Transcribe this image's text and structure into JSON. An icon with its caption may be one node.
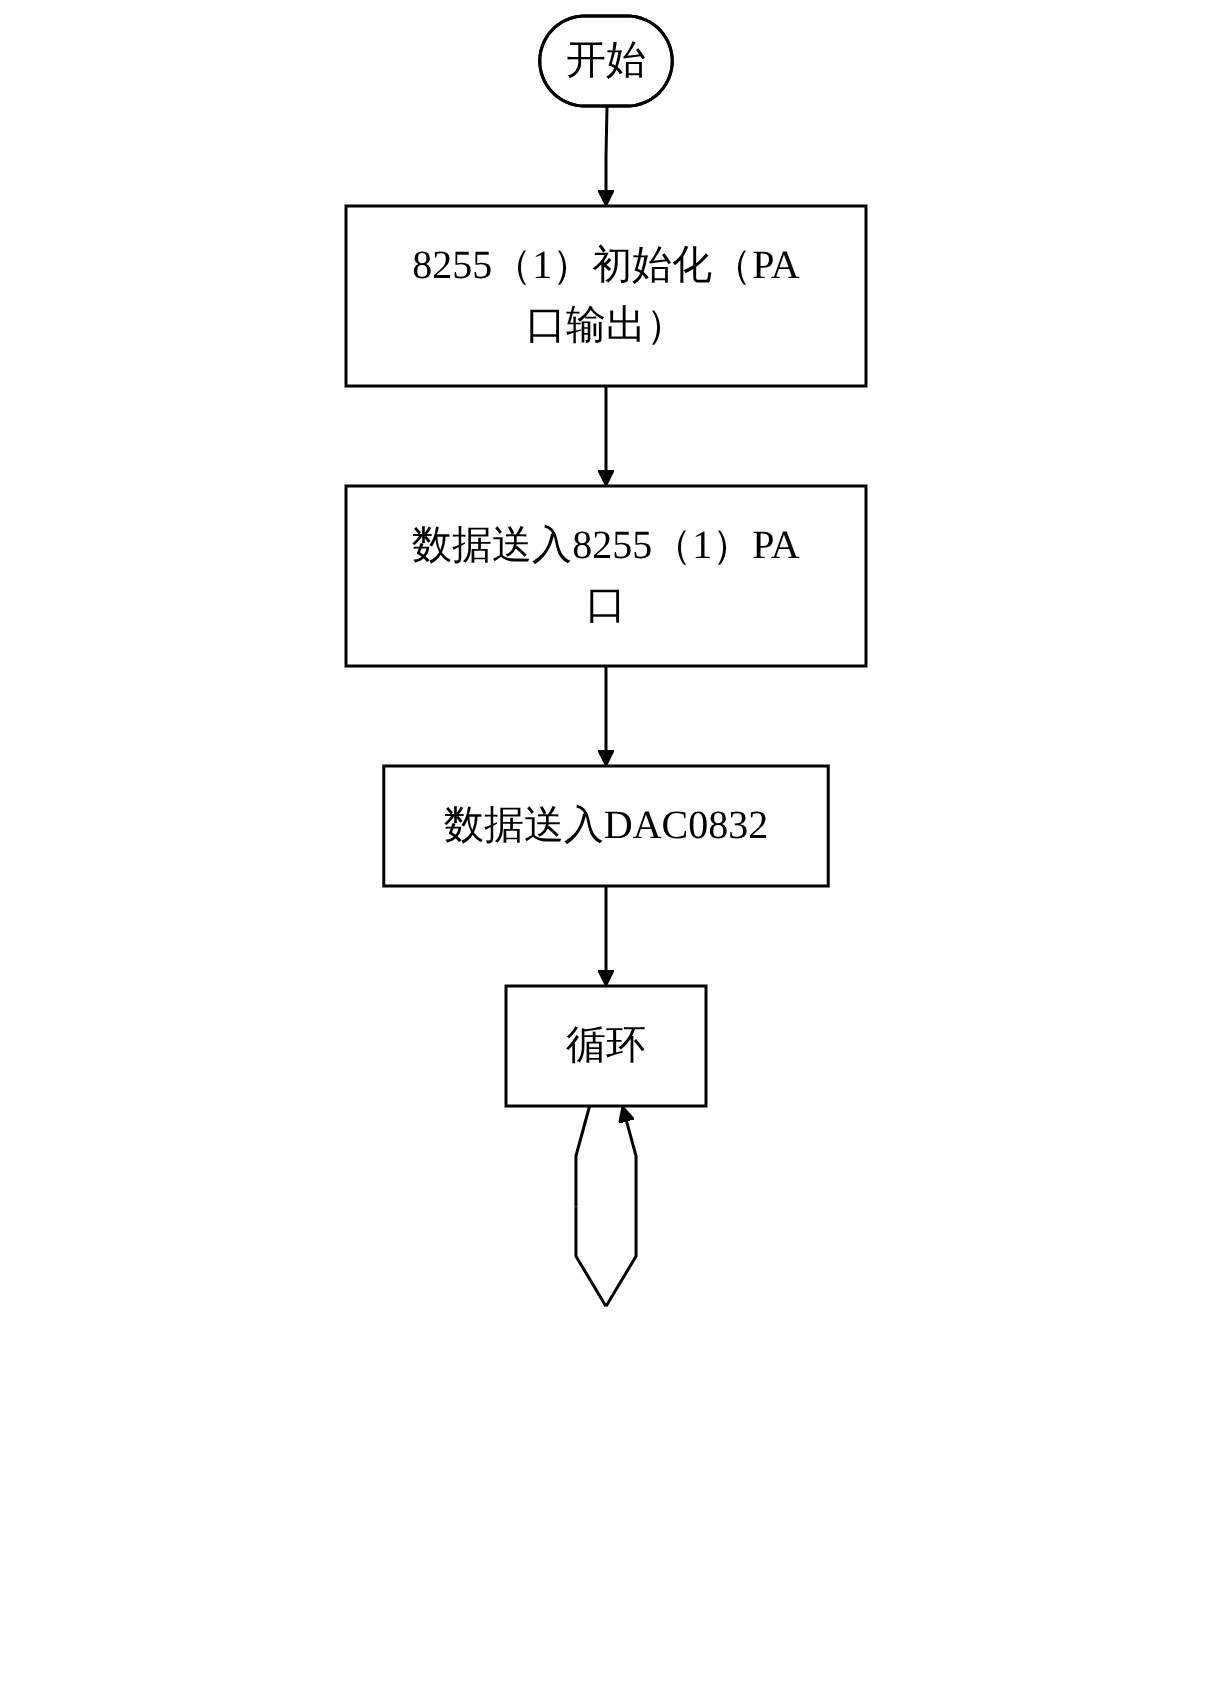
{
  "diagram": {
    "nodes": [
      {
        "text": [
          "开始"
        ]
      },
      {
        "text": [
          "8255（1）初始化（PA口输出）"
        ]
      },
      {
        "text": [
          "数据送入8255（1）PA口"
        ]
      },
      {
        "text": [
          "数据送入DAC0832"
        ]
      },
      {
        "text": [
          "循环"
        ]
      }
    ],
    "edges": [
      {
        "from": 0,
        "to": 1,
        "arrow": "to"
      },
      {
        "from": 1,
        "to": 2,
        "arrow": "to"
      },
      {
        "from": 2,
        "to": 3,
        "arrow": "to"
      },
      {
        "from": 3,
        "to": 4,
        "arrow": "to"
      },
      {
        "from": 4,
        "to": 4,
        "arrow": "to"
      }
    ]
  }
}
